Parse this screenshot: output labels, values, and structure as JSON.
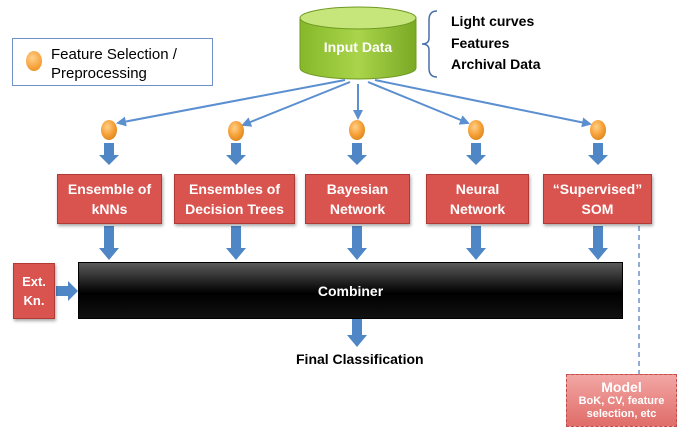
{
  "legend": {
    "text": "Feature Selection / Preprocessing",
    "marker_color": "#f7a23a",
    "icon": "orange-circle-icon"
  },
  "input": {
    "label": "Input Data",
    "color": "#9ccc3c",
    "icon": "database-cylinder-icon",
    "details": [
      "Light curves",
      "Features",
      "Archival Data"
    ]
  },
  "methods": [
    {
      "label": "Ensemble of kNNs"
    },
    {
      "label": "Ensembles of Decision Trees"
    },
    {
      "label": "Bayesian Network"
    },
    {
      "label": "Neural Network"
    },
    {
      "label": "“Supervised” SOM"
    }
  ],
  "ext_knowledge": {
    "label": "Ext. Kn."
  },
  "combiner": {
    "label": "Combiner"
  },
  "output": {
    "label": "Final Classification"
  },
  "model": {
    "title": "Model",
    "subtitle": "BoK, CV, feature selection, etc"
  },
  "colors": {
    "method_box": "#d9534f",
    "arrow_blue": "#4f87c6",
    "arrow_line": "#5b8fd0"
  }
}
